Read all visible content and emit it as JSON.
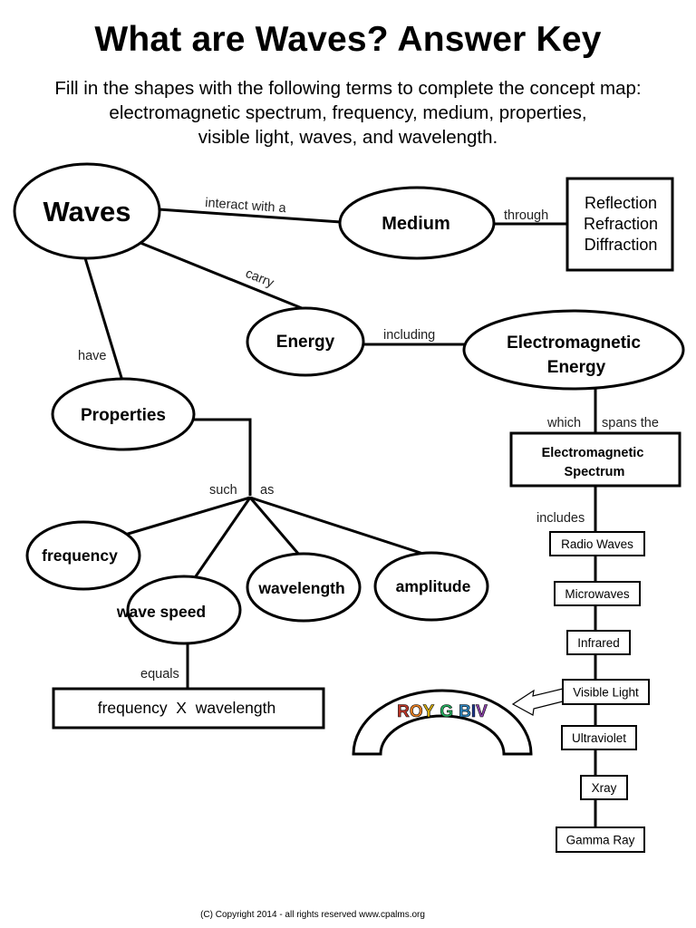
{
  "title": "What are Waves? Answer Key",
  "instructions": [
    "Fill in the shapes with the following terms to complete the concept map:",
    "electromagnetic spectrum, frequency, medium, properties,",
    "visible light, waves, and wavelength."
  ],
  "nodes": {
    "waves": "Waves",
    "medium": "Medium",
    "reflection": [
      "Reflection",
      "Refraction",
      "Diffraction"
    ],
    "energy": "Energy",
    "em_energy": [
      "Electromagnetic",
      "Energy"
    ],
    "properties": "Properties",
    "em_spectrum": [
      "Electromagnetic",
      "Spectrum"
    ],
    "frequency": "frequency",
    "wave_speed": "wave speed",
    "wavelength": "wavelength",
    "amplitude": "amplitude",
    "equation": "frequency  X  wavelength",
    "roygbiv": {
      "roy": "ROY",
      "g": "G",
      "biv": "BIV"
    },
    "spectrum_items": [
      "Radio Waves",
      "Microwaves",
      "Infrared",
      "Visible Light",
      "Ultraviolet",
      "Xray",
      "Gamma Ray"
    ]
  },
  "links": {
    "interact": "interact with a",
    "through": "through",
    "carry": "carry",
    "have": "have",
    "including": "including",
    "which": "which",
    "spans": "spans the",
    "such": "such",
    "as": "as",
    "includes": "includes",
    "equals": "equals"
  },
  "colors": {
    "roy": [
      "#c0392b",
      "#e67e22",
      "#d4ac0d"
    ],
    "g": "#27ae60",
    "biv": [
      "#2e86c1",
      "#1f3a93",
      "#8e44ad"
    ]
  },
  "footer": "(C) Copyright 2014 - all rights reserved  www.cpalms.org"
}
